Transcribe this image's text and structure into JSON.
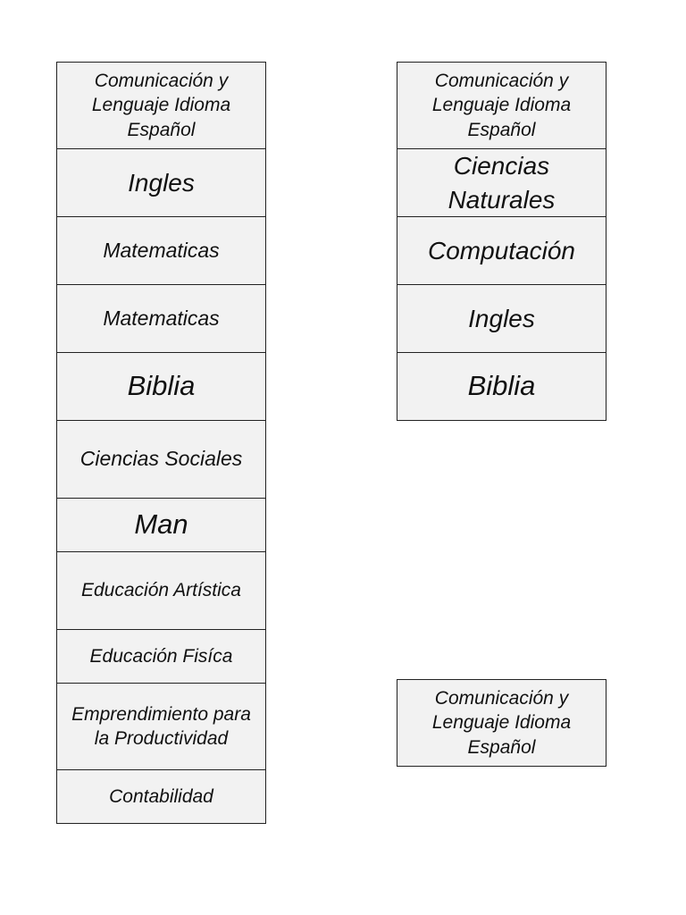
{
  "left_column": [
    {
      "text": "Comunicación y Lenguaje Idioma Español"
    },
    {
      "text": "Ingles"
    },
    {
      "text": "Matematicas"
    },
    {
      "text": "Matematicas"
    },
    {
      "text": "Biblia"
    },
    {
      "text": "Ciencias Sociales"
    },
    {
      "text": "Man"
    },
    {
      "text": "Educación Artística"
    },
    {
      "text": "Educación Fisíca"
    },
    {
      "text": "Emprendimiento para la Productividad"
    },
    {
      "text": "Contabilidad"
    }
  ],
  "right_column": [
    {
      "text": "Comunicación y Lenguaje Idioma Español"
    },
    {
      "text": "Ciencias Naturales"
    },
    {
      "text": "Computación"
    },
    {
      "text": "Ingles"
    },
    {
      "text": "Biblia"
    }
  ],
  "right_bottom": [
    {
      "text": "Comunicación y Lenguaje Idioma Español"
    }
  ],
  "colors": {
    "cell_fill": "#f2f2f2",
    "border": "#222222",
    "text": "#111111"
  }
}
